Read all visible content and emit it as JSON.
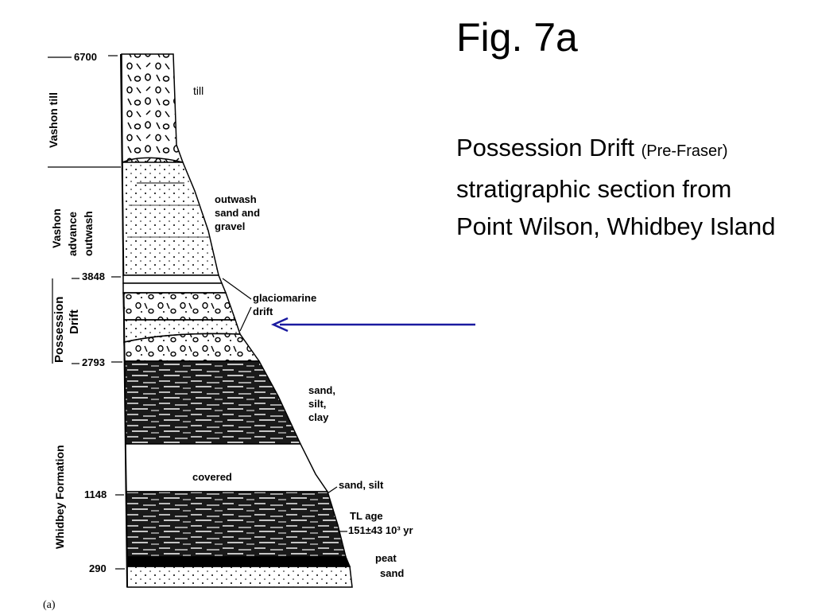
{
  "slide": {
    "title": "Fig. 7a",
    "description_main": "Possession Drift",
    "description_paren": "(Pre-Fraser)",
    "description_rest": "stratigraphic section from Point Wilson, Whidbey Island"
  },
  "figure": {
    "caption": "(a)",
    "elevations": [
      "6700",
      "3848",
      "2793",
      "1148",
      "290"
    ],
    "units": {
      "vashon_till": "Vashon till",
      "vashon_advance_1": "Vashon",
      "vashon_advance_2": "advance",
      "vashon_advance_3": "outwash",
      "possession_1": "Possession",
      "possession_2": "Drift",
      "whidbey": "Whidbey Formation"
    },
    "lithology": {
      "till": "till",
      "outwash_1": "outwash",
      "outwash_2": "sand and",
      "outwash_3": "gravel",
      "glacio_1": "glaciomarine",
      "glacio_2": "drift",
      "ssc_1": "sand,",
      "ssc_2": "silt,",
      "ssc_3": "clay",
      "covered": "covered",
      "sand_silt": "sand, silt",
      "tl_1": "TL age",
      "tl_2": "151±43 10³ yr",
      "peat": "peat",
      "sand": "sand"
    }
  },
  "colors": {
    "arrow": "#1a1aa0",
    "ink": "#000000"
  }
}
